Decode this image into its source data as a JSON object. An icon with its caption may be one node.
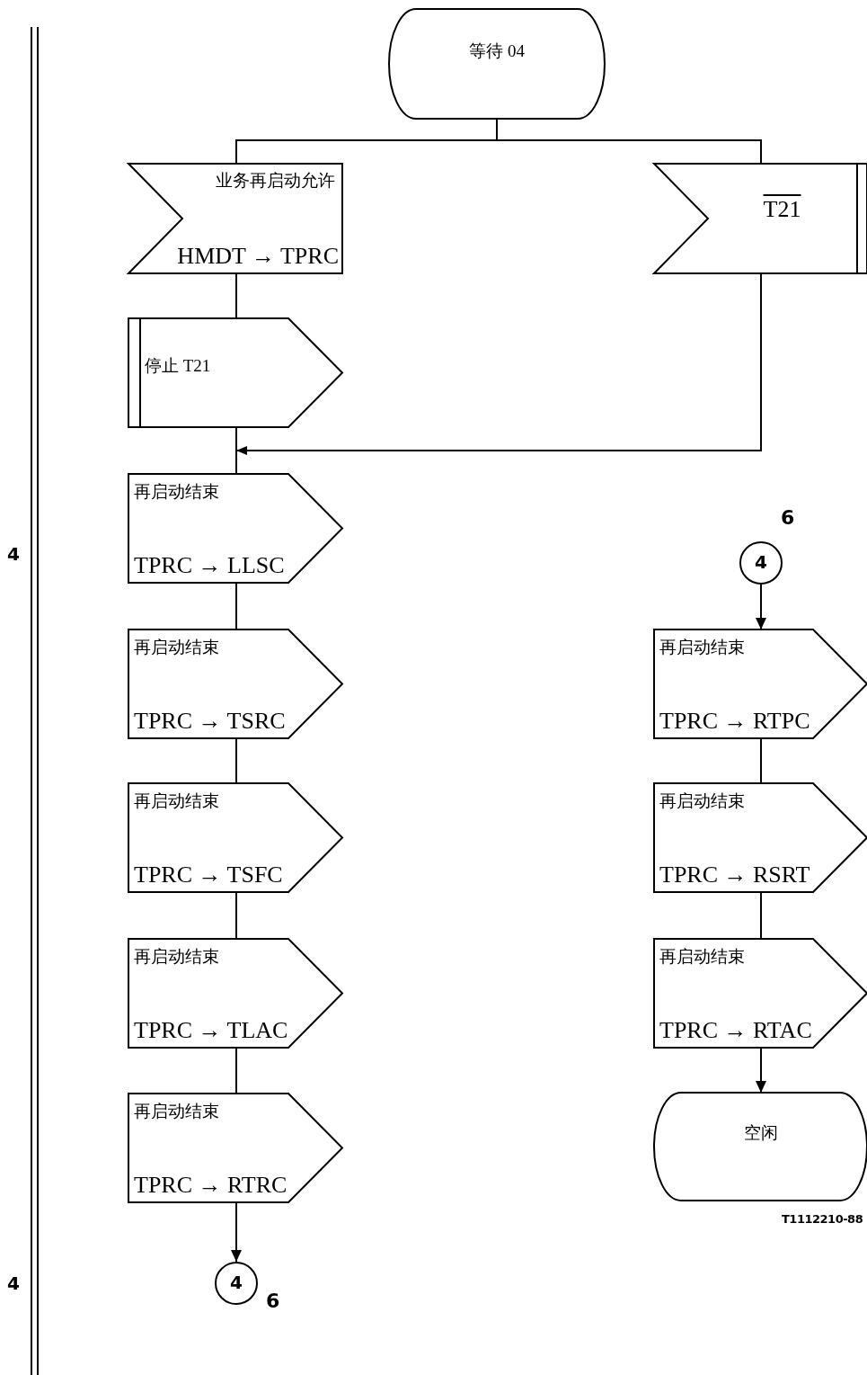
{
  "diagram": {
    "nodes": [
      {
        "text": [
          "等待 04"
        ]
      },
      {
        "text": [
          "业务再启动允许",
          "HMDT → TPRC"
        ]
      },
      {
        "text": [
          "T21"
        ]
      },
      {
        "text": [
          "停止 T21"
        ]
      },
      {
        "text": [
          "再启动结束",
          "TPRC → LLSC"
        ]
      },
      {
        "text": [
          "再启动结束",
          "TPRC → TSRC"
        ]
      },
      {
        "text": [
          "再启动结束",
          "TPRC → TSFC"
        ]
      },
      {
        "text": [
          "再启动结束",
          "TPRC → TLAC"
        ]
      },
      {
        "text": [
          "再启动结束",
          "TPRC → RTRC"
        ]
      },
      {
        "text": [
          "4"
        ],
        "beside": [
          "6"
        ]
      },
      {
        "text": [
          "4"
        ],
        "beside": [
          "6"
        ]
      },
      {
        "text": [
          "再启动结束",
          "TPRC → RTPC"
        ]
      },
      {
        "text": [
          "再启动结束",
          "TPRC → RSRT"
        ]
      },
      {
        "text": [
          "再启动结束",
          "TPRC → RTAC"
        ]
      },
      {
        "text": [
          "空闲"
        ]
      }
    ],
    "edges": [
      {
        "from": 0,
        "to": 1,
        "arrow": "none"
      },
      {
        "from": 0,
        "to": 2,
        "arrow": "none"
      },
      {
        "from": 1,
        "to": 3,
        "arrow": "none"
      },
      {
        "from": 3,
        "to": 4,
        "arrow": "none"
      },
      {
        "from": 2,
        "to": 4,
        "arrow": "to"
      },
      {
        "from": 4,
        "to": 5,
        "arrow": "none"
      },
      {
        "from": 5,
        "to": 6,
        "arrow": "none"
      },
      {
        "from": 6,
        "to": 7,
        "arrow": "none"
      },
      {
        "from": 7,
        "to": 8,
        "arrow": "none"
      },
      {
        "from": 8,
        "to": 9,
        "arrow": "to"
      },
      {
        "from": 10,
        "to": 11,
        "arrow": "to"
      },
      {
        "from": 11,
        "to": 12,
        "arrow": "none"
      },
      {
        "from": 12,
        "to": 13,
        "arrow": "none"
      },
      {
        "from": 13,
        "to": 14,
        "arrow": "to"
      }
    ],
    "labels": [
      "4",
      "4",
      "T1112210-88"
    ]
  }
}
